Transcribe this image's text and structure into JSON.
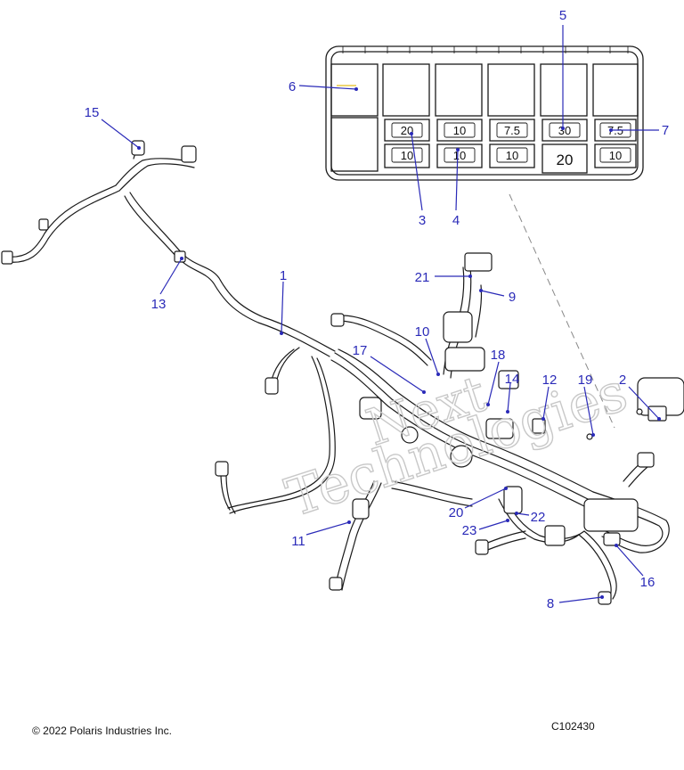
{
  "callouts": [
    {
      "id": "15",
      "label": "15"
    },
    {
      "id": "1",
      "label": "1"
    },
    {
      "id": "13",
      "label": "13"
    },
    {
      "id": "21",
      "label": "21"
    },
    {
      "id": "9",
      "label": "9"
    },
    {
      "id": "10",
      "label": "10"
    },
    {
      "id": "17",
      "label": "17"
    },
    {
      "id": "18",
      "label": "18"
    },
    {
      "id": "14",
      "label": "14"
    },
    {
      "id": "12",
      "label": "12"
    },
    {
      "id": "19",
      "label": "19"
    },
    {
      "id": "2",
      "label": "2"
    },
    {
      "id": "11",
      "label": "11"
    },
    {
      "id": "20",
      "label": "20"
    },
    {
      "id": "22",
      "label": "22"
    },
    {
      "id": "23",
      "label": "23"
    },
    {
      "id": "16",
      "label": "16"
    },
    {
      "id": "8",
      "label": "8"
    },
    {
      "id": "5",
      "label": "5"
    },
    {
      "id": "6",
      "label": "6"
    },
    {
      "id": "7",
      "label": "7"
    },
    {
      "id": "3",
      "label": "3"
    },
    {
      "id": "4",
      "label": "4"
    }
  ],
  "fuse_box": {
    "top_row": [
      "20",
      "10",
      "7.5",
      "30",
      "7.5"
    ],
    "bottom_row": [
      "10",
      "10",
      "10",
      "10"
    ],
    "large_fuse": "20"
  },
  "watermark": {
    "line1": "Next",
    "line2": "Technologies"
  },
  "footer": {
    "copyright": "© 2022 Polaris Industries Inc.",
    "figure_id": "C102430"
  },
  "colors": {
    "callout": "#2a2ab8",
    "line": "#1a1a1a"
  }
}
